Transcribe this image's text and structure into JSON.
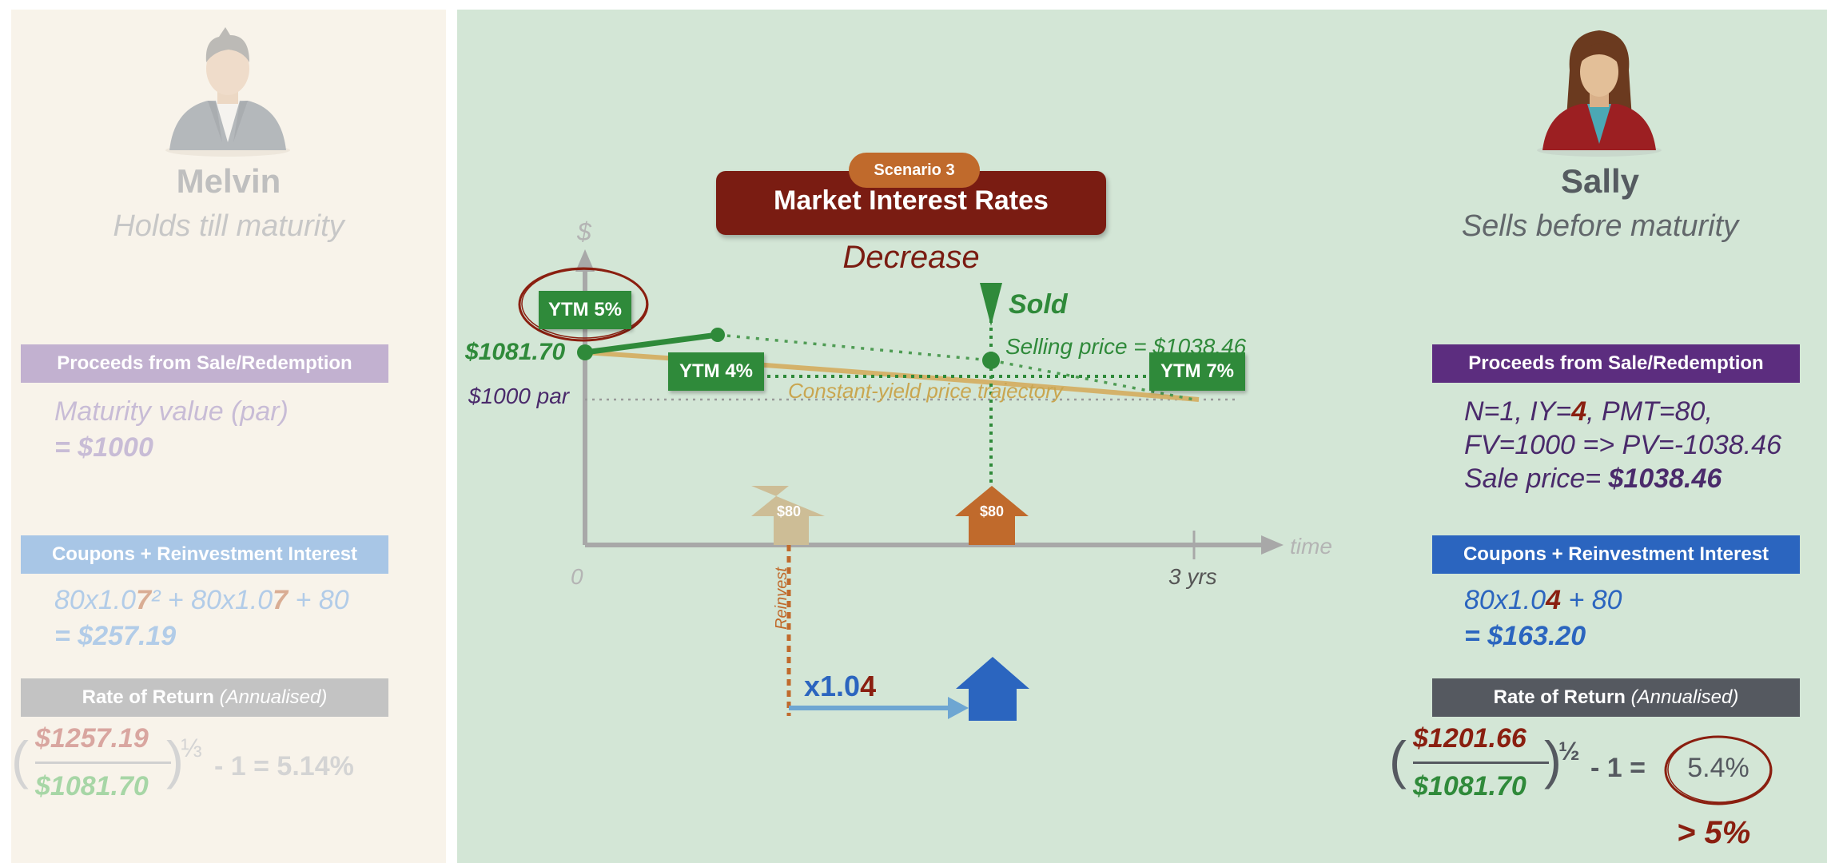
{
  "melvin": {
    "name": "Melvin",
    "role": "Holds till maturity",
    "proceeds_banner": "Proceeds from Sale/Redemption",
    "proceeds_line1": "Maturity value (par)",
    "proceeds_line2": "= $1000",
    "coupons_banner": "Coupons + Reinvestment Interest",
    "coupons_expr": {
      "a": "80x1.0",
      "b": "7",
      "c": "² + 80x1.0",
      "d": "7",
      "e": " + 80"
    },
    "coupons_result": "= $257.19",
    "ror_banner": "Rate of Return",
    "ror_banner_paren": "(Annualised)",
    "ror_numerator": "$1257.19",
    "ror_denominator": "$1081.70",
    "ror_exponent": "⅓",
    "ror_tail": "- 1 =  5.14%"
  },
  "sally": {
    "name": "Sally",
    "role": "Sells before maturity",
    "proceeds_banner": "Proceeds from Sale/Redemption",
    "proceeds_line1": {
      "a": "N=1, IY=",
      "b": "4",
      "c": ", PMT=80,"
    },
    "proceeds_line2": "FV=1000  =>  PV=-1038.46",
    "proceeds_line3": {
      "a": "Sale price= ",
      "b": "$1038.46"
    },
    "coupons_banner": "Coupons + Reinvestment Interest",
    "coupons_expr": {
      "a": "80x1.0",
      "b": "4",
      "c": " + 80"
    },
    "coupons_result": "= $163.20",
    "ror_banner": "Rate of Return",
    "ror_banner_paren": "(Annualised)",
    "ror_numerator": "$1201.66",
    "ror_denominator": "$1081.70",
    "ror_exponent": "½",
    "ror_minus": "- 1 =",
    "ror_result": "5.4%",
    "ror_compare": "> 5%"
  },
  "scenario": {
    "badge": "Scenario 3",
    "title": "Market Interest Rates",
    "subtitle": "Decrease"
  },
  "chart": {
    "y_axis_label": "$",
    "x_axis_label": "time",
    "x_origin_label": "0",
    "x_end_label": "3 yrs",
    "price_label": "$1081.70",
    "par_label": "$1000 par",
    "ytm_labels": [
      "YTM 5%",
      "YTM 4%",
      "YTM 7%"
    ],
    "sold_label": "Sold",
    "selling_price_label": "Selling price = $1038.46",
    "trajectory_label": "Constant-yield price trajectory",
    "coupon_labels": [
      "$80",
      "$80"
    ],
    "reinvest_label": "Reinvest",
    "multiplier": {
      "a": "x1.0",
      "b": "4"
    }
  },
  "colors": {
    "melvin_purple": "#c2b1d0",
    "sally_purple": "#5c2d7f",
    "melvin_blue": "#a8c6e6",
    "sally_blue": "#2b65bf",
    "melvin_grey": "#c3c3c3",
    "sally_grey": "#555960",
    "green": "#2f8a3a",
    "dark_red": "#7a1c12",
    "orange": "#c06a2c",
    "gold": "#d4b26a"
  }
}
